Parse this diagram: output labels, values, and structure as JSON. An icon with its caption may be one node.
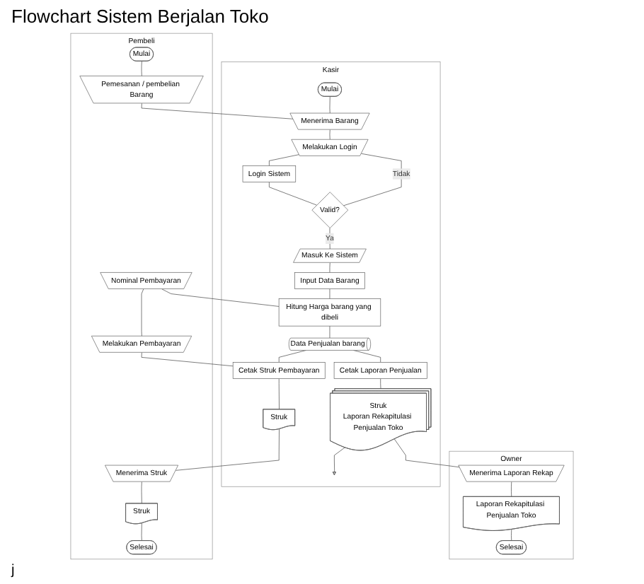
{
  "diagram": {
    "title": "Flowchart Sistem Berjalan Toko",
    "nodes": [
      {
        "text": [
          "Pembeli"
        ]
      },
      {
        "text": [
          "Kasir"
        ]
      },
      {
        "text": [
          "Owner"
        ]
      },
      {
        "text": [
          "Mulai"
        ],
        "in": 0
      },
      {
        "text": [
          "Pemesanan / pembelian Barang"
        ],
        "in": 0
      },
      {
        "text": [
          "Nominal Pembayaran"
        ],
        "in": 0
      },
      {
        "text": [
          "Melakukan Pembayaran"
        ],
        "in": 0
      },
      {
        "text": [
          "Menerima Struk"
        ],
        "in": 0
      },
      {
        "text": [
          "Struk"
        ],
        "in": 0
      },
      {
        "text": [
          "Selesai"
        ],
        "in": 0
      },
      {
        "text": [
          "Mulai"
        ],
        "in": 1
      },
      {
        "text": [
          "Menerima Barang"
        ],
        "in": 1
      },
      {
        "text": [
          "Melakukan Login"
        ],
        "in": 1
      },
      {
        "text": [
          "Login Sistem"
        ],
        "in": 1
      },
      {
        "text": [
          "Valid?"
        ],
        "in": 1
      },
      {
        "text": [
          "Masuk Ke Sistem"
        ],
        "in": 1
      },
      {
        "text": [
          "Input Data Barang"
        ],
        "in": 1
      },
      {
        "text": [
          "Hitung Harga barang yang dibeli"
        ],
        "in": 1
      },
      {
        "text": [
          "Data Penjualan barang"
        ],
        "in": 1
      },
      {
        "text": [
          "Cetak Struk Pembayaran"
        ],
        "in": 1
      },
      {
        "text": [
          "Cetak Laporan Penjualan"
        ],
        "in": 1
      },
      {
        "text": [
          "Struk"
        ],
        "in": 1
      },
      {
        "text": [
          "Struk",
          "Laporan Rekapitulasi Penjualan Toko"
        ],
        "in": 1
      },
      {
        "text": [],
        "shape": "triangle",
        "in": 1
      },
      {
        "text": [
          "Menerima Laporan Rekap"
        ],
        "in": 2
      },
      {
        "text": [
          "Laporan Rekapitulasi Penjualan Toko"
        ],
        "in": 2
      },
      {
        "text": [
          "Selesai"
        ],
        "in": 2
      }
    ],
    "edges": [
      {
        "from": 3,
        "to": 4,
        "arrow": "none"
      },
      {
        "from": 4,
        "to": 11,
        "arrow": "none"
      },
      {
        "from": 10,
        "to": 11,
        "arrow": "none"
      },
      {
        "from": 11,
        "to": 12,
        "arrow": "none"
      },
      {
        "from": 14,
        "to": 12,
        "label": "Tidak",
        "arrow": "none"
      },
      {
        "from": 12,
        "to": 13,
        "arrow": "none"
      },
      {
        "from": 13,
        "to": 14,
        "arrow": "none"
      },
      {
        "from": 14,
        "to": 15,
        "label": "Ya",
        "arrow": "none"
      },
      {
        "from": 15,
        "to": 16,
        "arrow": "none"
      },
      {
        "from": 16,
        "to": 17,
        "arrow": "none"
      },
      {
        "from": 5,
        "to": 17,
        "arrow": "none"
      },
      {
        "from": 5,
        "to": 6,
        "arrow": "none"
      },
      {
        "from": 6,
        "to": 19,
        "arrow": "none"
      },
      {
        "from": 17,
        "to": 18,
        "arrow": "none"
      },
      {
        "from": 18,
        "to": 19,
        "arrow": "none"
      },
      {
        "from": 18,
        "to": 20,
        "arrow": "none"
      },
      {
        "from": 19,
        "to": 21,
        "arrow": "none"
      },
      {
        "from": 21,
        "to": 7,
        "arrow": "none"
      },
      {
        "from": 7,
        "to": 8,
        "arrow": "none"
      },
      {
        "from": 8,
        "to": 9,
        "arrow": "none"
      },
      {
        "from": 20,
        "to": 22,
        "arrow": "none"
      },
      {
        "from": 22,
        "to": 23,
        "arrow": "none"
      },
      {
        "from": 22,
        "to": 24,
        "arrow": "none"
      },
      {
        "from": 24,
        "to": 25,
        "arrow": "none"
      },
      {
        "from": 25,
        "to": 26,
        "arrow": "none"
      }
    ],
    "labels": [
      "j"
    ]
  }
}
